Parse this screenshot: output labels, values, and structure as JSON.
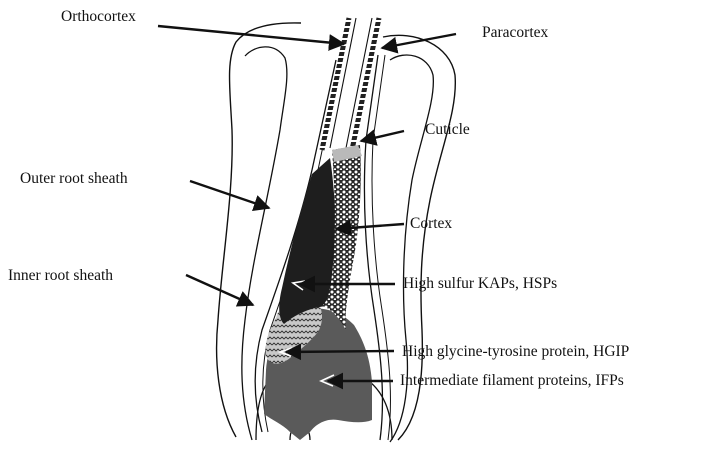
{
  "labels": {
    "orthocortex": "Orthocortex",
    "paracortex": "Paracortex",
    "cuticle": "Cuticle",
    "outer_root_sheath": "Outer root sheath",
    "cortex": "Cortex",
    "inner_root_sheath": "Inner root sheath",
    "high_sulfur": "High sulfur KAPs, HSPs",
    "hgip": "High glycine-tyrosine protein, HGIP",
    "ifps": "Intermediate filament proteins, IFPs"
  },
  "colors": {
    "ink": "#111111",
    "dark_region": "#1e1e1e",
    "grey_region": "#5a5a5a",
    "light_region": "#b9b9b9"
  }
}
